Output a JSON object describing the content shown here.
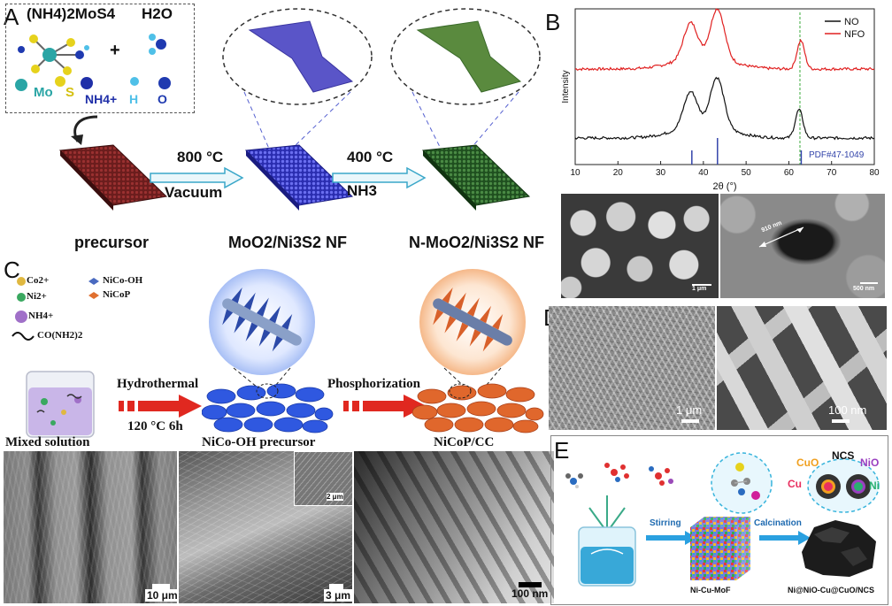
{
  "panelA": {
    "letter": "A",
    "reactant_formula": "(NH4)2MoS4",
    "water": "H2O",
    "plus": "+",
    "legend": {
      "mo": "Mo",
      "s": "S",
      "nh4": "NH4+",
      "h": "H",
      "o": "O"
    },
    "step1_temp": "800 °C",
    "step1_cond": "Vacuum",
    "step2_temp": "400 °C",
    "step2_cond": "NH3",
    "label_precursor": "precursor",
    "label_moo2": "MoO2/Ni3S2 NF",
    "label_nmoo2": "N-MoO2/Ni3S2 NF",
    "colors": {
      "precursor": "#7a2222",
      "moo2": "#3b3fd0",
      "nmoo2": "#2f6b2f"
    }
  },
  "panelB": {
    "letter": "B",
    "chart_data": {
      "type": "line",
      "xlabel": "2θ (°)",
      "ylabel": "Intensity",
      "xlim": [
        10,
        80
      ],
      "xticks": [
        10,
        20,
        30,
        40,
        50,
        60,
        70,
        80
      ],
      "series": [
        {
          "name": "NFO",
          "color": "#e02020",
          "peaks": [
            37.0,
            43.3,
            62.8
          ],
          "offset": 1.0
        },
        {
          "name": "NO",
          "color": "#111111",
          "peaks": [
            37.0,
            43.2,
            62.4
          ],
          "offset": 0.0
        }
      ],
      "reference": {
        "label": "PDF#47-1049",
        "lines": [
          37.3,
          43.3,
          62.9
        ],
        "color": "#3344aa"
      },
      "marker_line": 62.6
    },
    "scale1": "1 μm",
    "scale2": "500 nm",
    "annotation": "910 nm"
  },
  "panelC": {
    "letter": "C",
    "legend": {
      "co": "Co2+",
      "ni": "Ni2+",
      "nh4": "NH4+",
      "urea": "CO(NH2)2",
      "nicooh": "NiCo-OH",
      "nicop": "NiCoP"
    },
    "step1": "Hydrothermal",
    "step1_cond": "120 °C 6h",
    "step2": "Phosphorization",
    "label_mixed": "Mixed solution",
    "label_precursor": "NiCo-OH precursor",
    "label_product": "NiCoP/CC",
    "scale1": "10 μm",
    "scale2": "3 μm",
    "scale_inset": "2 μm",
    "scale3": "100 nm"
  },
  "panelD": {
    "letter": "D",
    "scale1": "1 μm",
    "scale2": "100 nm"
  },
  "panelE": {
    "letter": "E",
    "label_stirring": "Stirring",
    "label_calcination": "Calcination",
    "label_mof": "Ni-Cu-MoF",
    "label_product": "Ni@NiO-Cu@CuO/NCS",
    "labels": {
      "cuo": "CuO",
      "ncs": "NCS",
      "nio": "NiO",
      "cu": "Cu",
      "ni": "Ni"
    }
  }
}
